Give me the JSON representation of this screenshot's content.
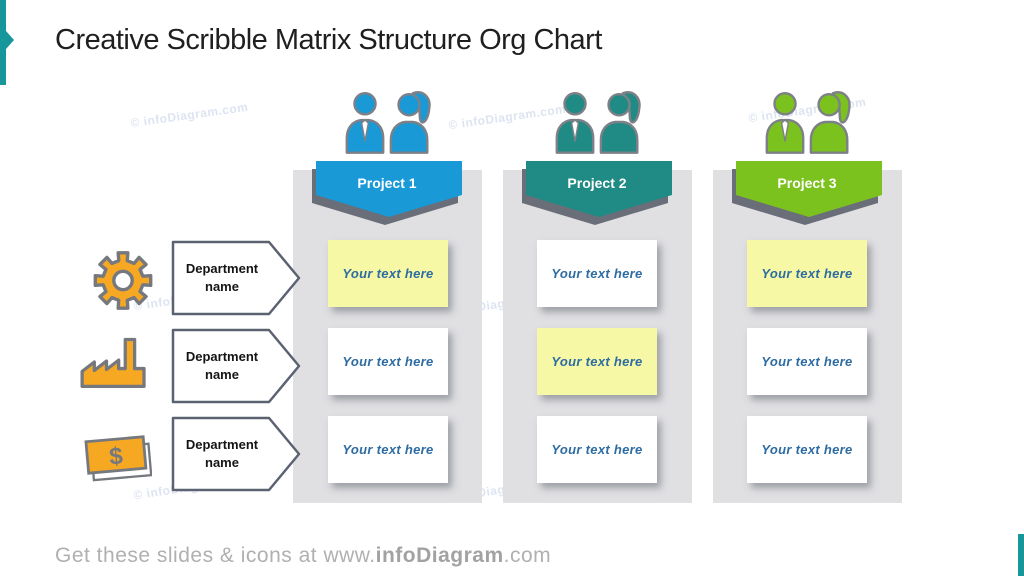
{
  "title": "Creative Scribble Matrix Structure Org Chart",
  "watermark": "© infoDiagram.com",
  "colors": {
    "accent_teal": "#17969C",
    "outline_gray": "#6A6E79",
    "column_bg": "#E0E0E3",
    "icon_orange": "#F7A823",
    "highlight_yellow": "#F6F8A6",
    "box_text_blue": "#2D6CA2",
    "project1": "#1999D6",
    "project2": "#1F8B84",
    "project3": "#7CC21E"
  },
  "projects": [
    {
      "name": "Project 1",
      "color": "#1999D6",
      "boxes": [
        {
          "text": "Your text here",
          "highlight": true
        },
        {
          "text": "Your text here",
          "highlight": false
        },
        {
          "text": "Your text here",
          "highlight": false
        }
      ]
    },
    {
      "name": "Project 2",
      "color": "#1F8B84",
      "boxes": [
        {
          "text": "Your text here",
          "highlight": false
        },
        {
          "text": "Your text here",
          "highlight": true
        },
        {
          "text": "Your text here",
          "highlight": false
        }
      ]
    },
    {
      "name": "Project 3",
      "color": "#7CC21E",
      "boxes": [
        {
          "text": "Your text here",
          "highlight": true
        },
        {
          "text": "Your text here",
          "highlight": false
        },
        {
          "text": "Your text here",
          "highlight": false
        }
      ]
    }
  ],
  "departments": [
    {
      "name": "Department name",
      "icon": "gear-icon"
    },
    {
      "name": "Department name",
      "icon": "factory-icon"
    },
    {
      "name": "Department name",
      "icon": "money-icon"
    }
  ],
  "footer": {
    "prefix": "Get these slides & icons at www.",
    "brand": "infoDiagram",
    "suffix": ".com"
  }
}
